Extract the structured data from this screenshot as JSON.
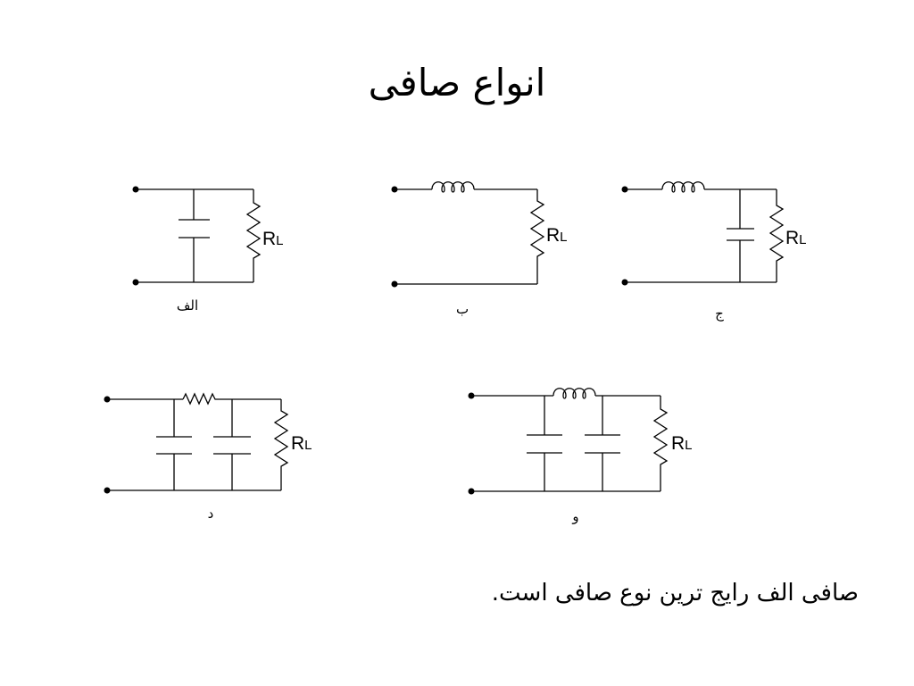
{
  "colors": {
    "ink": "#000000",
    "background": "#ffffff"
  },
  "slide": {
    "title": "انواع صافی",
    "caption": "صافی الف رایج ترین نوع صافی است."
  },
  "circuits": [
    {
      "label": "الف",
      "load": {
        "main": "R",
        "sub": "L"
      }
    },
    {
      "label": "ب",
      "load": {
        "main": "R",
        "sub": "L"
      }
    },
    {
      "label": "ج",
      "load": {
        "main": "R",
        "sub": "L"
      }
    },
    {
      "label": "د",
      "load": {
        "main": "R",
        "sub": "L"
      }
    },
    {
      "label": "و",
      "load": {
        "main": "R",
        "sub": "L"
      }
    }
  ]
}
